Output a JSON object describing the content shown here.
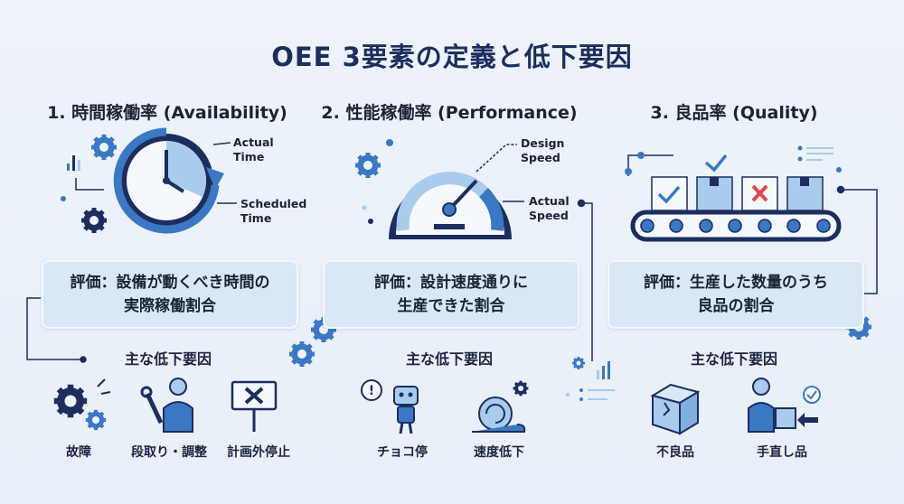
{
  "title": "OEE 3要素の定義と低下要因",
  "columns": [
    {
      "heading": "1. 時間稼働率 (Availability)",
      "annotations": [
        "Actual",
        "Time",
        "Scheduled",
        "Time"
      ],
      "eval_line1": "評価：設備が動くべき時間の",
      "eval_line2": "実際稼働割合",
      "factors_title": "主な低下要因",
      "factors": [
        "故障",
        "段取り・調整",
        "計画外停止"
      ]
    },
    {
      "heading": "2. 性能稼働率 (Performance)",
      "annotations": [
        "Design",
        "Speed",
        "Actual",
        "Speed"
      ],
      "eval_line1": "評価：設計速度通りに",
      "eval_line2": "生産できた割合",
      "factors_title": "主な低下要因",
      "factors": [
        "チョコ停",
        "速度低下"
      ]
    },
    {
      "heading": "3. 良品率 (Quality)",
      "eval_line1": "評価：生産した数量のうち",
      "eval_line2": "良品の割合",
      "factors_title": "主な低下要因",
      "factors": [
        "不良品",
        "手直し品"
      ]
    }
  ],
  "colors": {
    "navy": "#1c2d5e",
    "blue": "#3b78c4",
    "light": "#a9cbec",
    "red": "#e0474c",
    "box": "#d9e7f6"
  }
}
